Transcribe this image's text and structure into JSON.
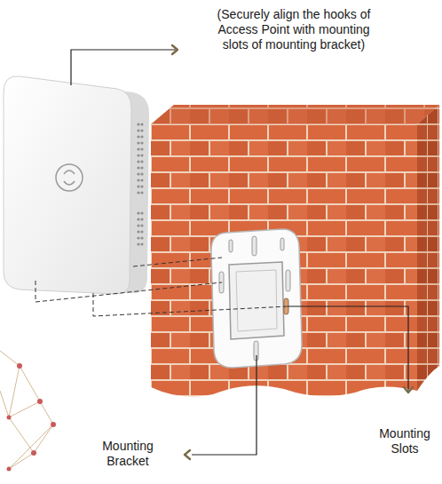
{
  "diagram": {
    "labels": [
      "(Securely align the hooks of Access Point with mounting slots of mounting bracket)",
      "Mounting Bracket",
      "Mounting Slots"
    ]
  }
}
